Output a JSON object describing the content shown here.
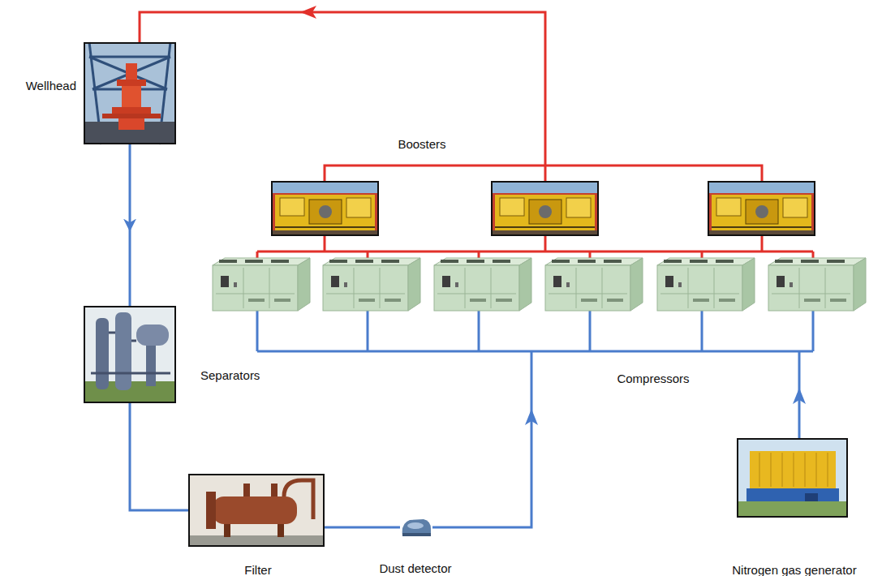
{
  "diagram": {
    "nodes": [
      {
        "text": [
          "Wellhead"
        ]
      },
      {
        "text": [
          "Separators"
        ]
      },
      {
        "text": [
          "Filter"
        ]
      },
      {
        "text": [
          "Dust detector"
        ]
      },
      {
        "text": [
          "Nitrogen gas generator"
        ]
      }
    ],
    "edges": [
      {
        "from": 0,
        "to": 1,
        "arrow": "to"
      },
      {
        "from": 1,
        "to": 2,
        "arrow": "none"
      },
      {
        "from": 2,
        "to": 3,
        "arrow": "none"
      }
    ],
    "labels": [
      "Boosters",
      "Compressors"
    ]
  }
}
